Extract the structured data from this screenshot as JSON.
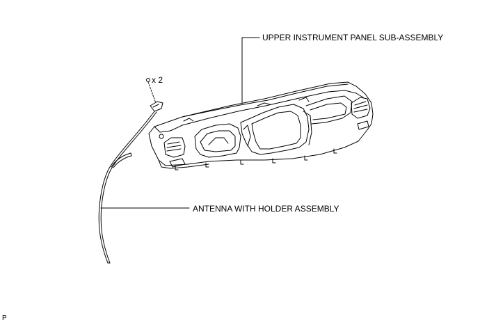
{
  "callouts": {
    "upper_panel": "UPPER INSTRUMENT PANEL SUB-ASSEMBLY",
    "antenna": "ANTENNA WITH HOLDER ASSEMBLY",
    "screw_quantity": "x 2"
  },
  "figure_id": "P",
  "colors": {
    "line": "#000000",
    "background": "#ffffff"
  }
}
